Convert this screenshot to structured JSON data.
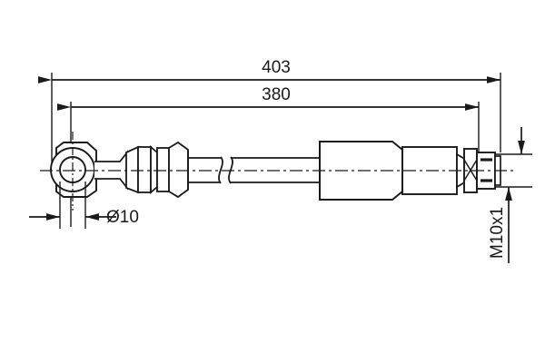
{
  "drawing": {
    "type": "technical-engineering-drawing",
    "subject": "brake hose with banjo eyelet fitting and threaded male end",
    "background_color": "#ffffff",
    "line_color": "#1a1a1a",
    "view": "side elevation, sectioned / broken length"
  },
  "dimensions": {
    "overall_length": {
      "label": "403",
      "description": "overall length from eyelet outer edge to thread tip",
      "unit": "mm",
      "style": "arrow-both-ends"
    },
    "center_length": {
      "label": "380",
      "description": "length from eyelet hole centre to thread shoulder",
      "unit": "mm",
      "style": "arrow-both-ends"
    },
    "eyelet_bore": {
      "label": "Ø10",
      "description": "banjo eyelet bore diameter",
      "unit": "mm",
      "style": "arrow-inward"
    },
    "thread": {
      "label": "M10x1",
      "description": "metric male thread, 10 mm nominal, 1 mm pitch",
      "orientation": "vertical",
      "style": "arrow-inward"
    }
  },
  "components": [
    {
      "name": "banjo-eyelet",
      "description": "octagonal eyelet body with concentric bore"
    },
    {
      "name": "eyelet-neck",
      "description": "tapered neck joining eyelet to ferrule"
    },
    {
      "name": "crimp-ferrule",
      "description": "ribbed crimped ferrule collar"
    },
    {
      "name": "hose-body",
      "description": "flexible hose with break symbol"
    },
    {
      "name": "break-symbol",
      "description": "S-curve conventional break indicating shortened view"
    },
    {
      "name": "protective-sleeve",
      "description": "large cylindrical protective sleeve"
    },
    {
      "name": "end-body",
      "description": "stepped cylindrical end body"
    },
    {
      "name": "hex-nut",
      "description": "hexagonal nut shown with cross hatch"
    },
    {
      "name": "threaded-stud",
      "description": "male threaded stud M10x1"
    }
  ],
  "centerline": {
    "style": "dash-dot",
    "description": "horizontal axis of revolution through assembly"
  }
}
